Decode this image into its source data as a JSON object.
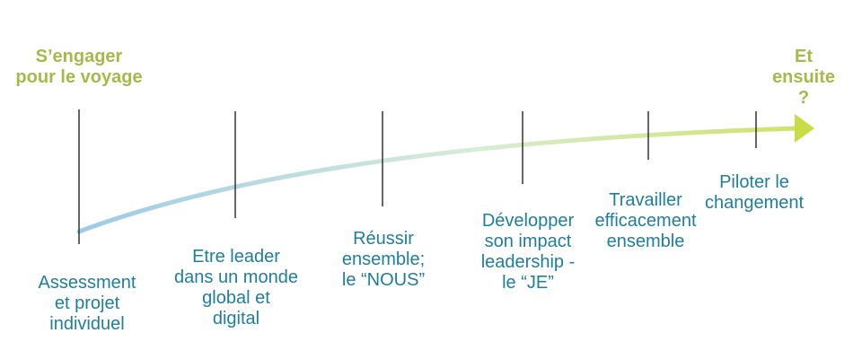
{
  "start_label": "S’engager\npour le voyage",
  "end_label": "Et\nensuite ?",
  "steps": [
    {
      "label": "Assessment\net projet\nindividuel"
    },
    {
      "label": "Etre leader\ndans un monde\nglobal et\ndigital"
    },
    {
      "label": "Réussir\nensemble;\nle “NOUS”"
    },
    {
      "label": "Développer\nson impact\nleadership -\nle “JE”"
    },
    {
      "label": "Travailler\nefficacement\nensemble"
    },
    {
      "label": "Piloter le\nchangement"
    }
  ],
  "colors": {
    "start_text": "#a8b84a",
    "step_text": "#1f7f9a",
    "curve_start": "#9ecbe6",
    "curve_end": "#cfe36a",
    "arrow": "#c9dc45",
    "tick": "#333333"
  }
}
